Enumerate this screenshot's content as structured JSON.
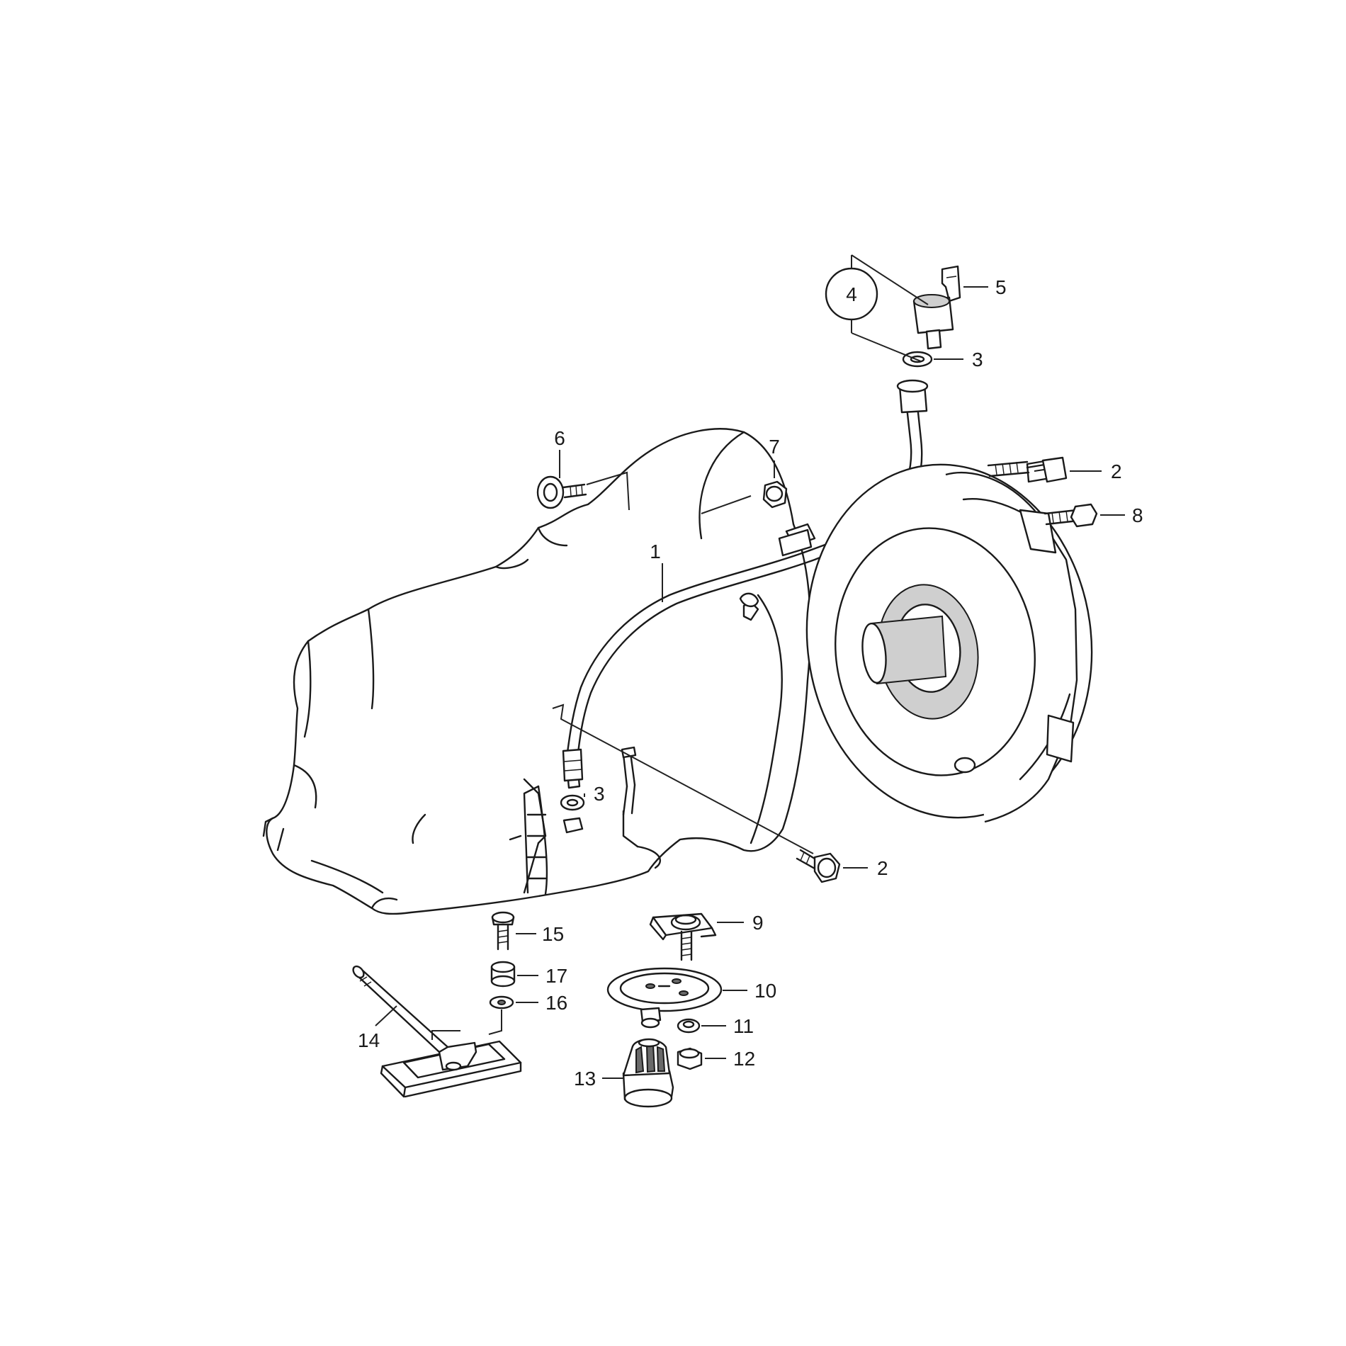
{
  "colors": {
    "line": "#1a1a1a",
    "background": "#ffffff",
    "shade": "#cfcfcf"
  },
  "callouts": [
    {
      "id": "c1",
      "label": "1"
    },
    {
      "id": "c2a",
      "label": "2"
    },
    {
      "id": "c2b",
      "label": "2"
    },
    {
      "id": "c3a",
      "label": "3"
    },
    {
      "id": "c3b",
      "label": "3"
    },
    {
      "id": "c4",
      "label": "4"
    },
    {
      "id": "c5",
      "label": "5"
    },
    {
      "id": "c6",
      "label": "6"
    },
    {
      "id": "c7",
      "label": "7"
    },
    {
      "id": "c8",
      "label": "8"
    },
    {
      "id": "c9",
      "label": "9"
    },
    {
      "id": "c10",
      "label": "10"
    },
    {
      "id": "c11",
      "label": "11"
    },
    {
      "id": "c12",
      "label": "12"
    },
    {
      "id": "c13",
      "label": "13"
    },
    {
      "id": "c14",
      "label": "14"
    },
    {
      "id": "c15",
      "label": "15"
    },
    {
      "id": "c16",
      "label": "16"
    },
    {
      "id": "c17",
      "label": "17"
    }
  ]
}
